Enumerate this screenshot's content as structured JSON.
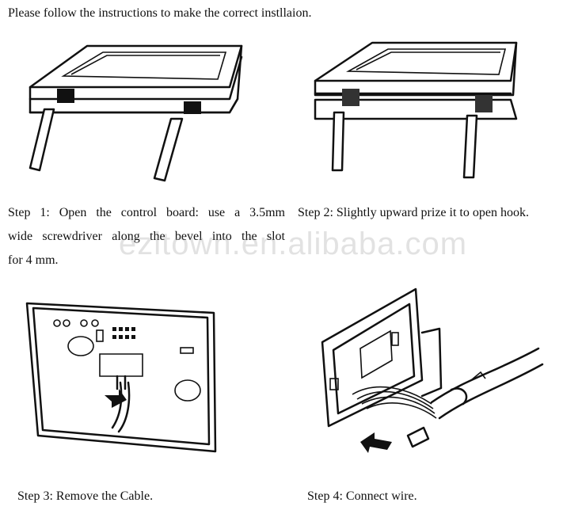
{
  "intro": "Please follow the instructions to make the correct instllaion.",
  "steps": [
    {
      "lines": [
        "Step 1: Open the control board: use a 3.5mm",
        "wide screwdriver along the bevel into the slot",
        "for 4 mm."
      ]
    },
    {
      "text": "Step 2: Slightly upward prize it to open hook."
    },
    {
      "text": "Step 3: Remove the Cable."
    },
    {
      "text": "Step 4: Connect wire."
    }
  ],
  "watermark": "ezitown.en.alibaba.com"
}
